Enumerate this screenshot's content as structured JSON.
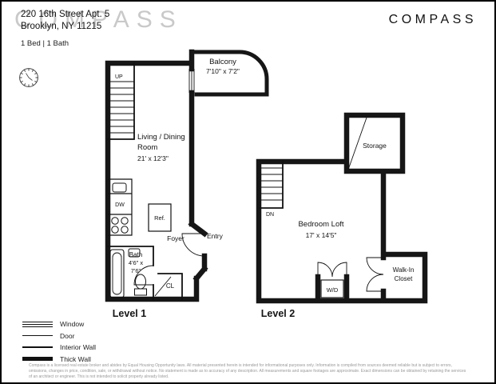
{
  "header": {
    "watermark": "COMPASS",
    "address_line1": "220 16th Street Apt. 5",
    "address_line2": "Brooklyn, NY 11215",
    "beds_baths": "1 Bed | 1 Bath",
    "logo": "COMPASS"
  },
  "level1": {
    "title": "Level 1",
    "balcony_name": "Balcony",
    "balcony_dims": "7'10\" x 7'2\"",
    "living_line1": "Living / Dining",
    "living_line2": "Room",
    "living_dims": "21' x 12'3\"",
    "up": "UP",
    "dw": "DW",
    "ref": "Ref.",
    "foyer": "Foyer",
    "entry": "Entry",
    "bath_name": "Bath",
    "bath_dims1": "4'6\" x",
    "bath_dims2": "7'6\"",
    "cl": "CL"
  },
  "level2": {
    "title": "Level 2",
    "storage": "Storage",
    "dn": "DN",
    "bedroom_name": "Bedroom Loft",
    "bedroom_dims": "17' x 14'5\"",
    "walkin_line1": "Walk-In",
    "walkin_line2": "Closet",
    "wd": "W/D"
  },
  "legend": {
    "items": [
      {
        "label": "Window"
      },
      {
        "label": "Door"
      },
      {
        "label": "Interior Wall"
      },
      {
        "label": "Thick Wall"
      }
    ]
  },
  "footer": {
    "disclaimer": "Compass is a licensed real estate broker and abides by Equal Housing Opportunity laws. All material presented herein is intended for informational purposes only. Information is compiled from sources deemed reliable but is subject to errors, omissions, changes in price, condition, sale, or withdrawal without notice. No statement is made as to accuracy of any description. All measurements and square footages are approximate. Exact dimensions can be obtained by retaining the services of an architect or engineer. This is not intended to solicit property already listed."
  }
}
